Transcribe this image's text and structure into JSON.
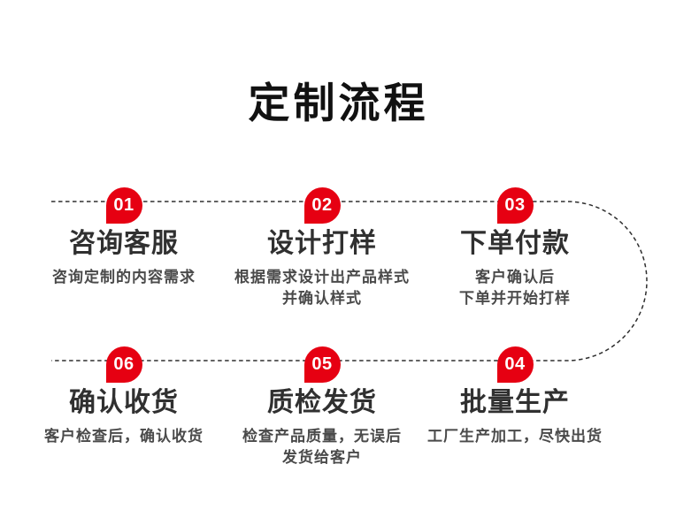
{
  "page": {
    "title": "定制流程"
  },
  "colors": {
    "accent_red": "#e60012",
    "line": "#2e2e2e",
    "heading": "#111111",
    "step_title": "#303030",
    "step_subtitle": "#4a4a4a",
    "number_text": "#ffffff",
    "background": "#ffffff"
  },
  "steps": [
    {
      "num": "01",
      "title": "咨询客服",
      "sub1": "咨询定制的内容需求"
    },
    {
      "num": "02",
      "title": "设计打样",
      "sub1": "根据需求设计出产品样式",
      "sub2": "并确认样式"
    },
    {
      "num": "03",
      "title": "下单付款",
      "sub1": "客户确认后",
      "sub2": "下单并开始打样"
    },
    {
      "num": "04",
      "title": "批量生产",
      "sub1": "工厂生产加工，尽快出货"
    },
    {
      "num": "05",
      "title": "质检发货",
      "sub1": "检查产品质量，无误后",
      "sub2": "发货给客户"
    },
    {
      "num": "06",
      "title": "确认收货",
      "sub1": "客户检查后，确认收货"
    }
  ]
}
